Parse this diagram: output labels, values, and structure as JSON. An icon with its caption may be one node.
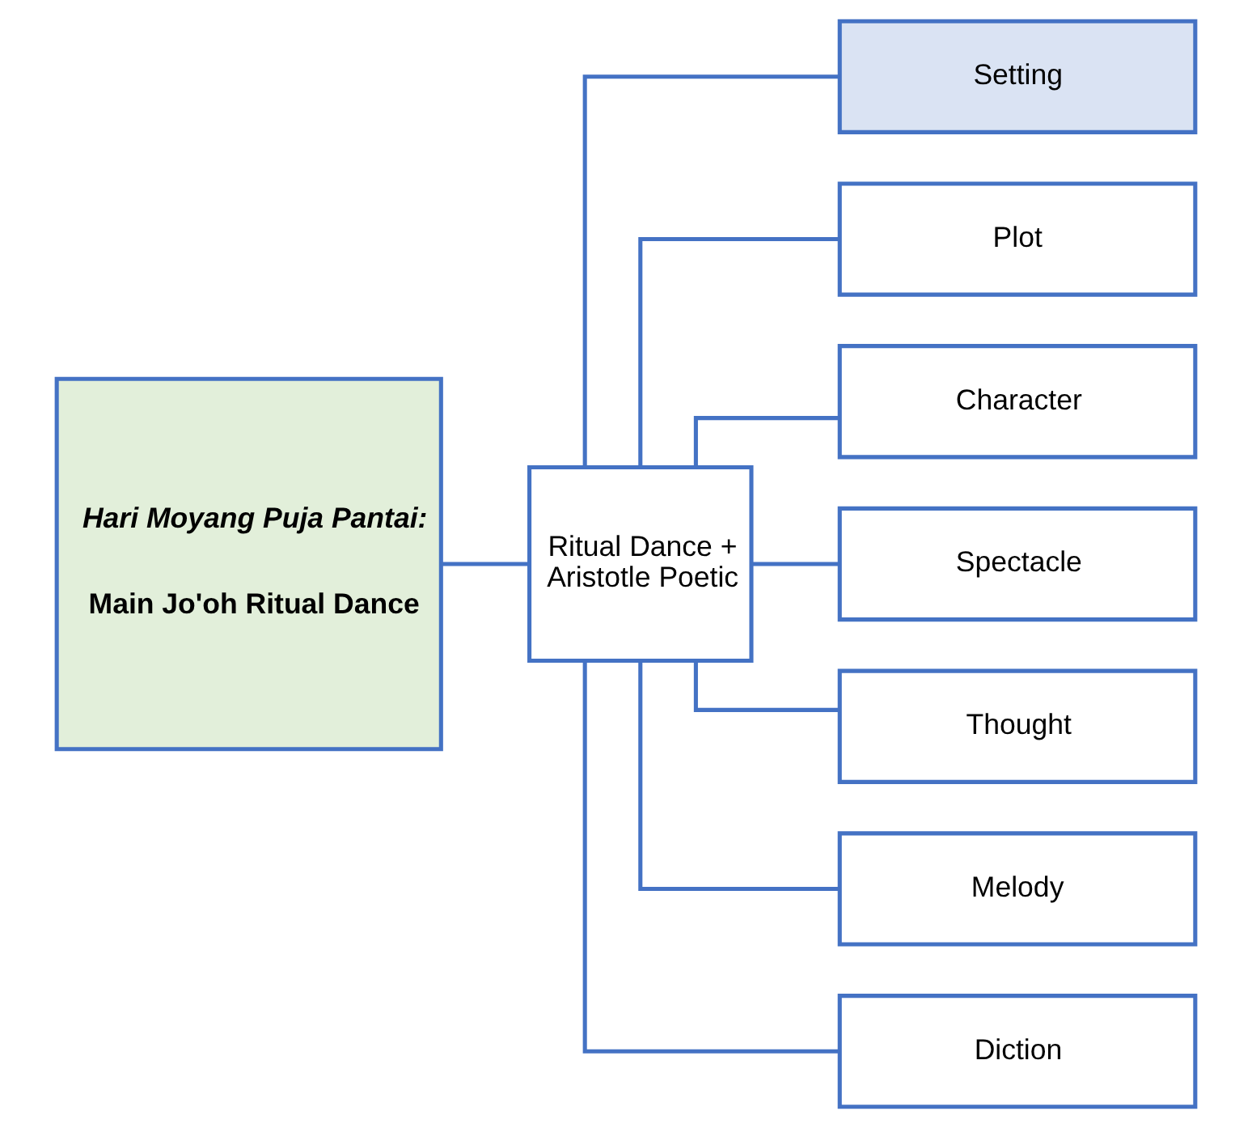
{
  "diagram": {
    "nodes": [
      {
        "text": [
          "Hari Moyang Puja Pantai:",
          "Main Jo'oh Ritual Dance"
        ]
      },
      {
        "text": [
          "Ritual Dance + Aristotle Poetic"
        ]
      },
      {
        "text": [
          "Setting"
        ]
      },
      {
        "text": [
          "Plot"
        ]
      },
      {
        "text": [
          "Character"
        ]
      },
      {
        "text": [
          "Spectacle"
        ]
      },
      {
        "text": [
          "Thought"
        ]
      },
      {
        "text": [
          "Melody"
        ]
      },
      {
        "text": [
          "Diction"
        ]
      }
    ],
    "edges": [
      {
        "from": 0,
        "to": 1,
        "arrow": "none"
      },
      {
        "from": 1,
        "to": 2,
        "arrow": "none"
      },
      {
        "from": 1,
        "to": 3,
        "arrow": "none"
      },
      {
        "from": 1,
        "to": 4,
        "arrow": "none"
      },
      {
        "from": 1,
        "to": 5,
        "arrow": "none"
      },
      {
        "from": 1,
        "to": 6,
        "arrow": "none"
      },
      {
        "from": 1,
        "to": 7,
        "arrow": "none"
      },
      {
        "from": 1,
        "to": 8,
        "arrow": "none"
      }
    ]
  }
}
